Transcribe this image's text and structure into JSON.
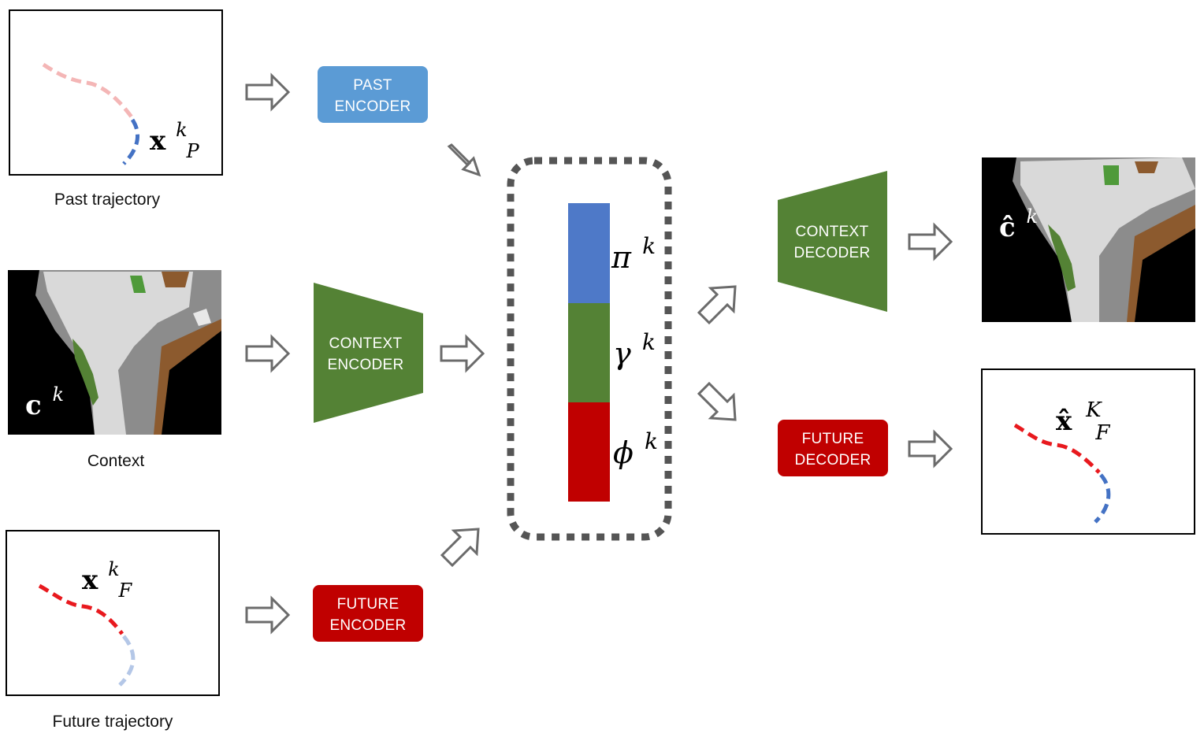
{
  "labels": {
    "past_caption": "Past trajectory",
    "context_caption": "Context",
    "future_caption": "Future trajectory"
  },
  "boxes": {
    "past_encoder": [
      "PAST",
      "ENCODER"
    ],
    "context_encoder": [
      "CONTEXT",
      "ENCODER"
    ],
    "future_encoder": [
      "FUTURE",
      "ENCODER"
    ],
    "context_decoder": [
      "CONTEXT",
      "DECODER"
    ],
    "future_decoder": [
      "FUTURE",
      "DECODER"
    ]
  },
  "math": {
    "x_p": {
      "base": "x",
      "sup": "k",
      "sub": "P"
    },
    "c": {
      "base": "c",
      "sup": "k"
    },
    "x_f": {
      "base": "x",
      "sup": "k",
      "sub": "F"
    },
    "pi": {
      "base": "π",
      "sup": "k"
    },
    "gamma": {
      "base": "γ",
      "sup": "k"
    },
    "phi": {
      "base": "ϕ",
      "sup": "k"
    },
    "c_hat": {
      "base": "ĉ",
      "sup": "k"
    },
    "x_hat": {
      "base": "x̂",
      "sup": "K",
      "sub": "F"
    }
  },
  "colors": {
    "blue": "#4e79c8",
    "green": "#548235",
    "red": "#c00000",
    "light_blue_box": "#5b9bd5",
    "pink": "#f4b6b6",
    "light_blue": "#b4c7e7",
    "traj_red": "#e8191e",
    "latent_border": "#555555"
  }
}
